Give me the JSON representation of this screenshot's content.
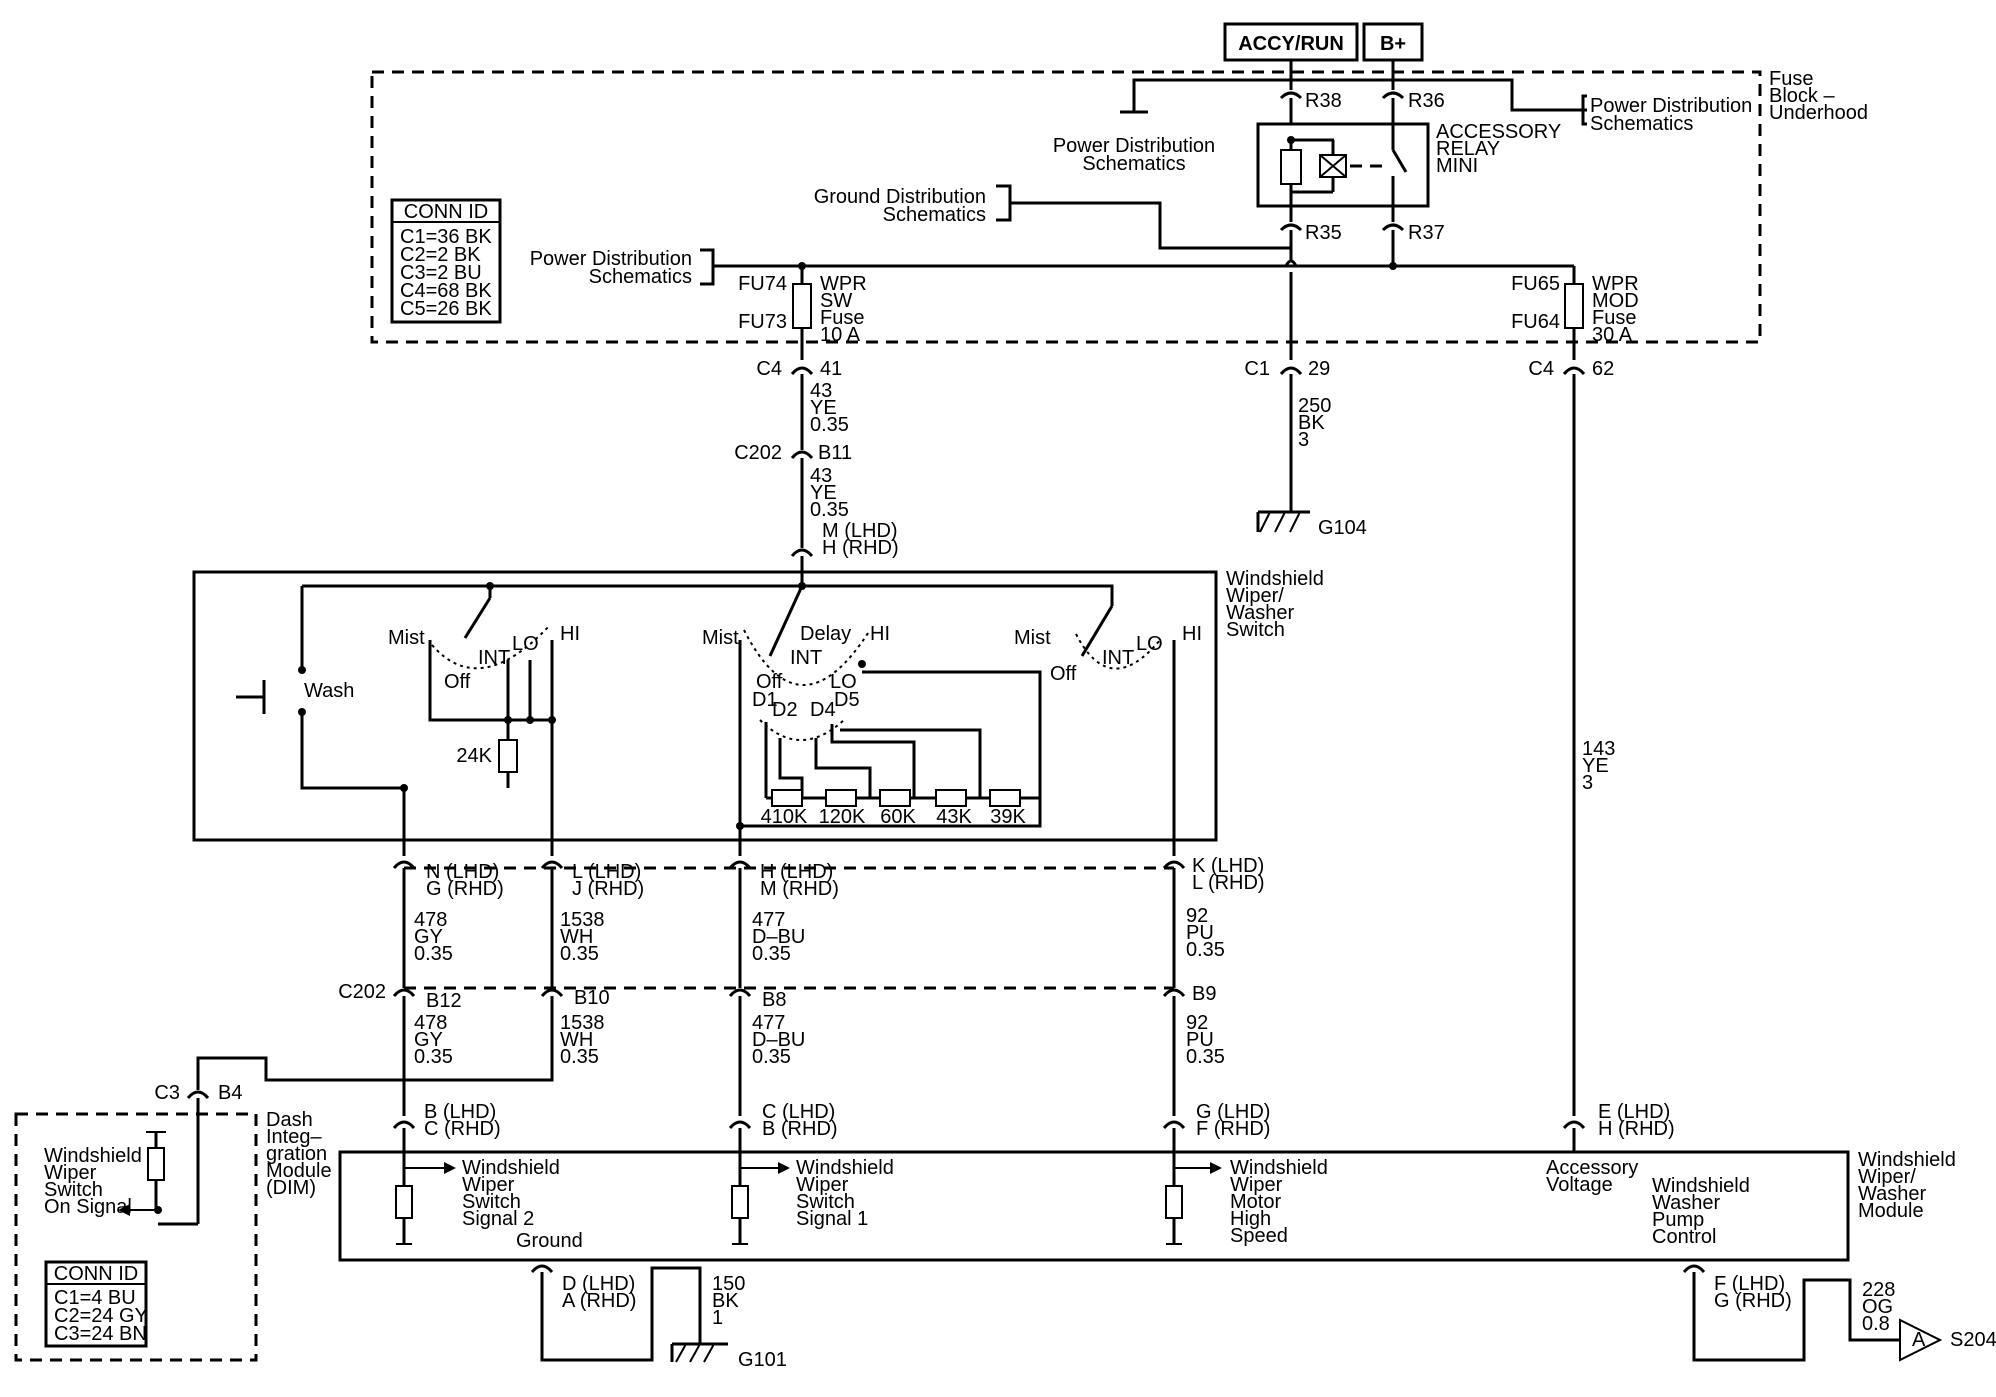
{
  "supplies": {
    "accy_run": "ACCY/RUN",
    "b_plus": "B+"
  },
  "fuse_block": {
    "title": "Fuse Block – Underhood",
    "title_1": "Fuse",
    "title_2": "Block –",
    "title_3": "Underhood"
  },
  "conn_id_fuse": {
    "title": "CONN ID",
    "rows": [
      "C1=36 BK",
      "C2=2 BK",
      "C3=2 BU",
      "C4=68 BK",
      "C5=26 BK"
    ]
  },
  "relay": {
    "line1": "ACCESSORY",
    "line2": "RELAY",
    "line3": "MINI",
    "r38": "R38",
    "r36": "R36",
    "r35": "R35",
    "r37": "R37"
  },
  "refs": {
    "pwr_dist_1a": "Power Distribution",
    "pwr_dist_1b": "Schematics",
    "pwr_dist_2a": "Power Distribution",
    "pwr_dist_2b": "Schematics",
    "pwr_dist_3a": "Power Distribution",
    "pwr_dist_3b": "Schematics",
    "gnd_dist_a": "Ground Distribution",
    "gnd_dist_b": "Schematics"
  },
  "fuses": {
    "fu74": "FU74",
    "fu73": "FU73",
    "wpr_sw_1": "WPR",
    "wpr_sw_2": "SW",
    "wpr_sw_3": "Fuse",
    "wpr_sw_4": "10 A",
    "fu65": "FU65",
    "fu64": "FU64",
    "wpr_mod_1": "WPR",
    "wpr_mod_2": "MOD",
    "wpr_mod_3": "Fuse",
    "wpr_mod_4": "30 A"
  },
  "connectors": {
    "c4_41_a": "C4",
    "c4_41_b": "41",
    "c1_29_a": "C1",
    "c1_29_b": "29",
    "c4_62_a": "C4",
    "c4_62_b": "62",
    "c202_b11_a": "C202",
    "c202_b11_b": "B11",
    "m_lhd": "M (LHD)",
    "h_rhd": "H (RHD)",
    "n_lhd": "N (LHD)",
    "g_rhd": "G (RHD)",
    "l_lhd": "L (LHD)",
    "j_rhd": "J (RHD)",
    "h_lhd2": "H (LHD)",
    "m_rhd2": "M (RHD)",
    "k_lhd": "K (LHD)",
    "l_rhd": "L (RHD)",
    "c202_2": "C202",
    "b12": "B12",
    "b10": "B10",
    "b8": "B8",
    "b9": "B9",
    "c3": "C3",
    "b4": "B4",
    "b_lhd": "B (LHD)",
    "c_rhd": "C (RHD)",
    "c_lhd": "C (LHD)",
    "b_rhd": "B (RHD)",
    "g_lhd": "G (LHD)",
    "f_rhd": "F (RHD)",
    "e_lhd": "E (LHD)",
    "h_rhd2": "H (RHD)",
    "d_lhd": "D (LHD)",
    "a_rhd": "A (RHD)",
    "f_lhd": "F (LHD)",
    "g_rhd2": "G (RHD)"
  },
  "wires": {
    "w43a_1": "43",
    "w43a_2": "YE",
    "w43a_3": "0.35",
    "w43b_1": "43",
    "w43b_2": "YE",
    "w43b_3": "0.35",
    "w250_1": "250",
    "w250_2": "BK",
    "w250_3": "3",
    "w143_1": "143",
    "w143_2": "YE",
    "w143_3": "3",
    "w478a_1": "478",
    "w478a_2": "GY",
    "w478a_3": "0.35",
    "w1538a_1": "1538",
    "w1538a_2": "WH",
    "w1538a_3": "0.35",
    "w477a_1": "477",
    "w477a_2": "D–BU",
    "w477a_3": "0.35",
    "w92a_1": "92",
    "w92a_2": "PU",
    "w92a_3": "0.35",
    "w478b_1": "478",
    "w478b_2": "GY",
    "w478b_3": "0.35",
    "w1538b_1": "1538",
    "w1538b_2": "WH",
    "w1538b_3": "0.35",
    "w477b_1": "477",
    "w477b_2": "D–BU",
    "w477b_3": "0.35",
    "w92b_1": "92",
    "w92b_2": "PU",
    "w92b_3": "0.35",
    "w150_1": "150",
    "w150_2": "BK",
    "w150_3": "1",
    "w228_1": "228",
    "w228_2": "OG",
    "w228_3": "0.8"
  },
  "grounds": {
    "g104": "G104",
    "g101": "G101"
  },
  "switch": {
    "title_1": "Windshield",
    "title_2": "Wiper/",
    "title_3": "Washer",
    "title_4": "Switch",
    "wash": "Wash",
    "r24k": "24K",
    "mist1": "Mist",
    "int1": "INT",
    "lo1": "LO",
    "hi1": "HI",
    "off1": "Off",
    "mist2": "Mist",
    "delay": "Delay",
    "hi2": "HI",
    "off2": "Off",
    "int2": "INT",
    "lo2": "LO",
    "d1": "D1",
    "d2": "D2",
    "d4": "D4",
    "d5": "D5",
    "r410k": "410K",
    "r120k": "120K",
    "r60k": "60K",
    "r43k": "43K",
    "r39k": "39K",
    "mist3": "Mist",
    "off3": "Off",
    "int3": "INT",
    "lo3": "LO",
    "hi3": "HI"
  },
  "module": {
    "title_1": "Windshield",
    "title_2": "Wiper/",
    "title_3": "Washer",
    "title_4": "Module",
    "sig2_1": "Windshield",
    "sig2_2": "Wiper",
    "sig2_3": "Switch",
    "sig2_4": "Signal 2",
    "ground": "Ground",
    "sig1_1": "Windshield",
    "sig1_2": "Wiper",
    "sig1_3": "Switch",
    "sig1_4": "Signal 1",
    "hs_1": "Windshield",
    "hs_2": "Wiper",
    "hs_3": "Motor",
    "hs_4": "High",
    "hs_5": "Speed",
    "acc_1": "Accessory",
    "acc_2": "Voltage",
    "pump_1": "Windshield",
    "pump_2": "Washer",
    "pump_3": "Pump",
    "pump_4": "Control"
  },
  "dim": {
    "title_1": "Dash",
    "title_2": "Integ–",
    "title_3": "gration",
    "title_4": "Module",
    "title_5": "(DIM)",
    "sig_1": "Windshield",
    "sig_2": "Wiper",
    "sig_3": "Switch",
    "sig_4": "On Signal"
  },
  "conn_id_dim": {
    "title": "CONN ID",
    "rows": [
      "C1=4 BU",
      "C2=24 GY",
      "C3=24 BN"
    ]
  },
  "offpage": {
    "a": "A",
    "s204": "S204"
  }
}
